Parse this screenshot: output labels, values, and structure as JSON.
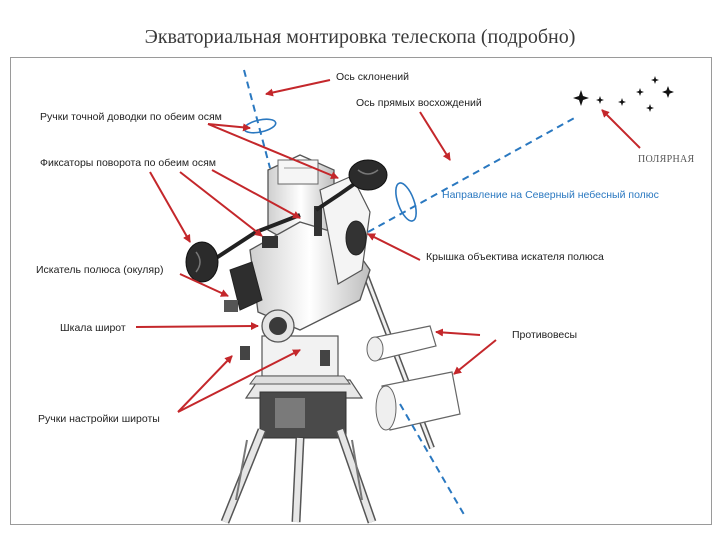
{
  "title": "Экваториальная монтировка телескопа (подробно)",
  "labels": {
    "dec_axis": "Ось склонений",
    "ra_axis": "Ось прямых восхождений",
    "slow_motion": "Ручки точной доводки по обеим осям",
    "locks": "Фиксаторы поворота по обеим осям",
    "polaris": "ПОЛЯРНАЯ",
    "ncp_direction": "Направление на Северный небесный полюс",
    "finder_cap": "Крышка объектива искателя полюса",
    "polar_finder": "Искатель полюса (окуляр)",
    "latitude_scale": "Шкала широт",
    "counterweights": "Противовесы",
    "latitude_knobs": "Ручки настройки широты"
  },
  "colors": {
    "arrow_red": "#c4272b",
    "axis_blue": "#2a78c0",
    "label_text": "#222222"
  }
}
